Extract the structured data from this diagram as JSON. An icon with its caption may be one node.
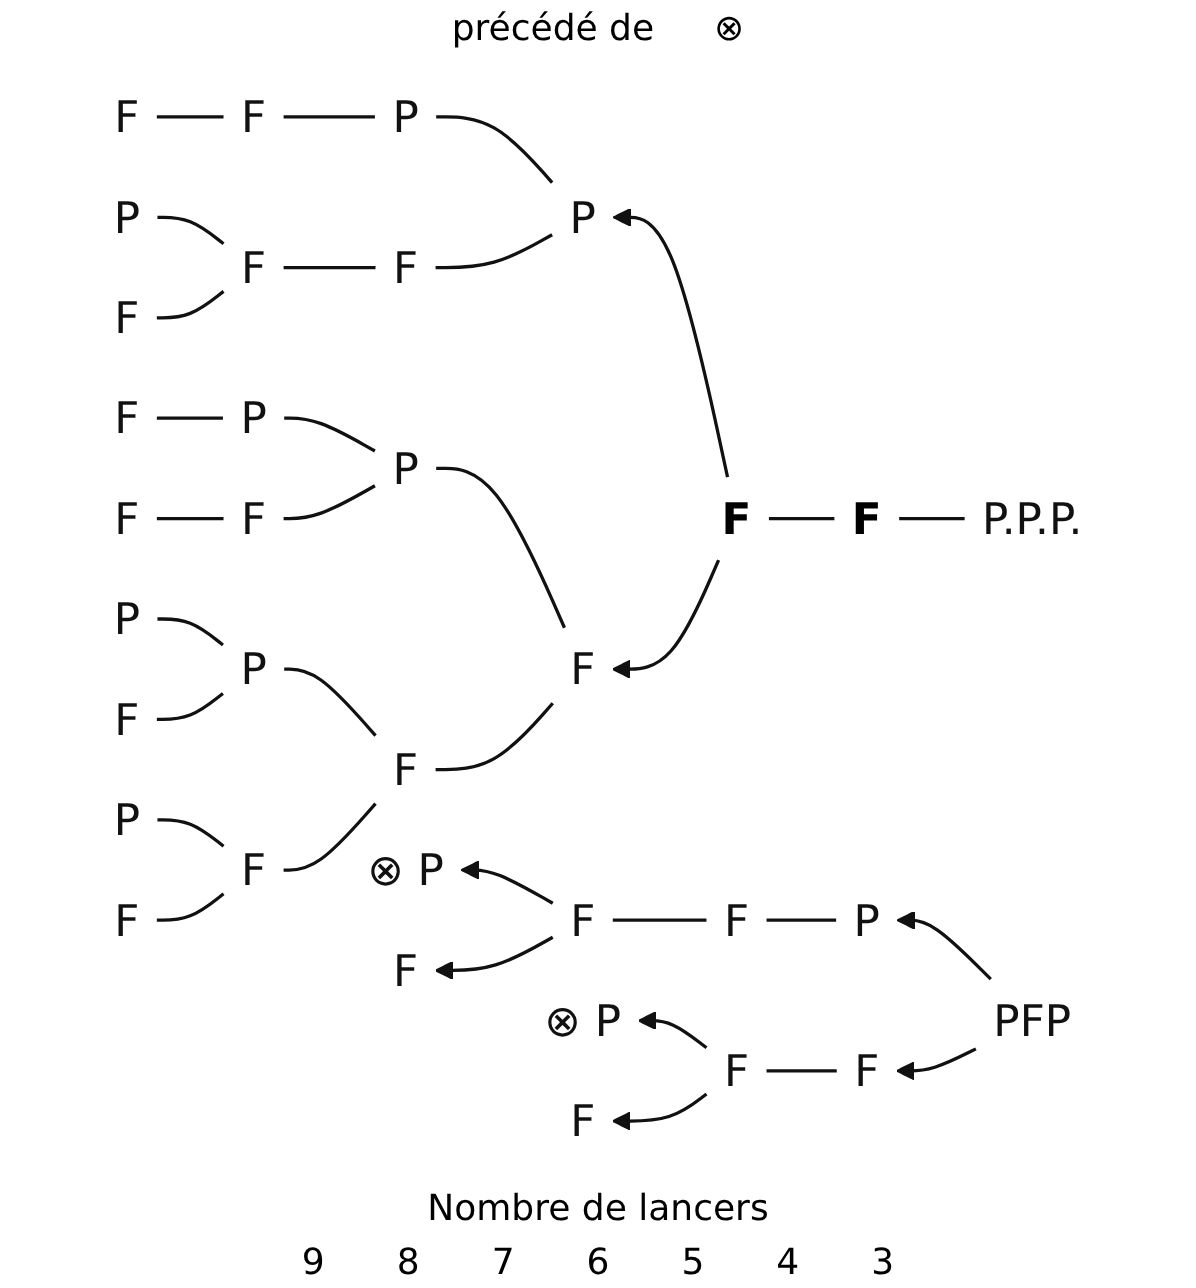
{
  "diagram": {
    "nodes": [
      {
        "text": [
          "F"
        ]
      },
      {
        "text": [
          "F"
        ]
      },
      {
        "text": [
          "P"
        ]
      },
      {
        "text": [
          "P"
        ]
      },
      {
        "text": [
          "F"
        ]
      },
      {
        "text": [
          "F"
        ]
      },
      {
        "text": [
          "P.P.P."
        ]
      },
      {
        "text": [
          "P"
        ]
      },
      {
        "text": [
          "F"
        ]
      },
      {
        "text": [
          "F"
        ]
      },
      {
        "text": [
          "F"
        ]
      },
      {
        "text": [
          "F"
        ]
      },
      {
        "text": [
          "F"
        ]
      },
      {
        "text": [
          "P"
        ]
      },
      {
        "text": [
          "P"
        ]
      },
      {
        "text": [
          "F"
        ]
      },
      {
        "text": [
          "F"
        ]
      },
      {
        "text": [
          "P"
        ]
      },
      {
        "text": [
          "P"
        ]
      },
      {
        "text": [
          "F"
        ]
      },
      {
        "text": [
          "F"
        ]
      },
      {
        "text": [
          "P"
        ]
      },
      {
        "text": [
          "F"
        ]
      },
      {
        "text": [
          "F"
        ]
      },
      {
        "text": [
          "P"
        ],
        "beside": [
          "⊗"
        ]
      },
      {
        "text": [
          "F"
        ]
      },
      {
        "text": [
          "F"
        ]
      },
      {
        "text": [
          "P"
        ]
      },
      {
        "text": [
          "F"
        ]
      },
      {
        "text": [
          "PFP"
        ]
      },
      {
        "text": [
          "P"
        ],
        "beside": [
          "⊗"
        ]
      },
      {
        "text": [
          "F"
        ]
      },
      {
        "text": [
          "F"
        ]
      },
      {
        "text": [
          "F"
        ]
      }
    ],
    "edges": [
      {
        "from": 1,
        "to": 0,
        "arrow": "none"
      },
      {
        "from": 2,
        "to": 1,
        "arrow": "none"
      },
      {
        "from": 3,
        "to": 2,
        "arrow": "none"
      },
      {
        "from": 8,
        "to": 7,
        "arrow": "none"
      },
      {
        "from": 8,
        "to": 10,
        "arrow": "none"
      },
      {
        "from": 9,
        "to": 8,
        "arrow": "none"
      },
      {
        "from": 3,
        "to": 9,
        "arrow": "none"
      },
      {
        "from": 13,
        "to": 12,
        "arrow": "none"
      },
      {
        "from": 16,
        "to": 15,
        "arrow": "none"
      },
      {
        "from": 14,
        "to": 13,
        "arrow": "none"
      },
      {
        "from": 14,
        "to": 16,
        "arrow": "none"
      },
      {
        "from": 11,
        "to": 14,
        "arrow": "none"
      },
      {
        "from": 18,
        "to": 17,
        "arrow": "none"
      },
      {
        "from": 18,
        "to": 19,
        "arrow": "none"
      },
      {
        "from": 20,
        "to": 18,
        "arrow": "none"
      },
      {
        "from": 22,
        "to": 21,
        "arrow": "none"
      },
      {
        "from": 22,
        "to": 23,
        "arrow": "none"
      },
      {
        "from": 20,
        "to": 22,
        "arrow": "none"
      },
      {
        "from": 11,
        "to": 20,
        "arrow": "none"
      },
      {
        "from": 4,
        "to": 3,
        "arrow": "to"
      },
      {
        "from": 4,
        "to": 11,
        "arrow": "to"
      },
      {
        "from": 5,
        "to": 4,
        "arrow": "none"
      },
      {
        "from": 6,
        "to": 5,
        "arrow": "none"
      },
      {
        "from": 25,
        "to": 24,
        "arrow": "to"
      },
      {
        "from": 25,
        "to": 28,
        "arrow": "to"
      },
      {
        "from": 26,
        "to": 25,
        "arrow": "none"
      },
      {
        "from": 27,
        "to": 26,
        "arrow": "none"
      },
      {
        "from": 29,
        "to": 27,
        "arrow": "to"
      },
      {
        "from": 29,
        "to": 32,
        "arrow": "to"
      },
      {
        "from": 32,
        "to": 31,
        "arrow": "none"
      },
      {
        "from": 31,
        "to": 30,
        "arrow": "to"
      },
      {
        "from": 31,
        "to": 33,
        "arrow": "to"
      }
    ],
    "labels": [
      "précédé de",
      "⊗",
      "Nombre de lancers",
      "9",
      "8",
      "7",
      "6",
      "5",
      "4",
      "3"
    ]
  }
}
